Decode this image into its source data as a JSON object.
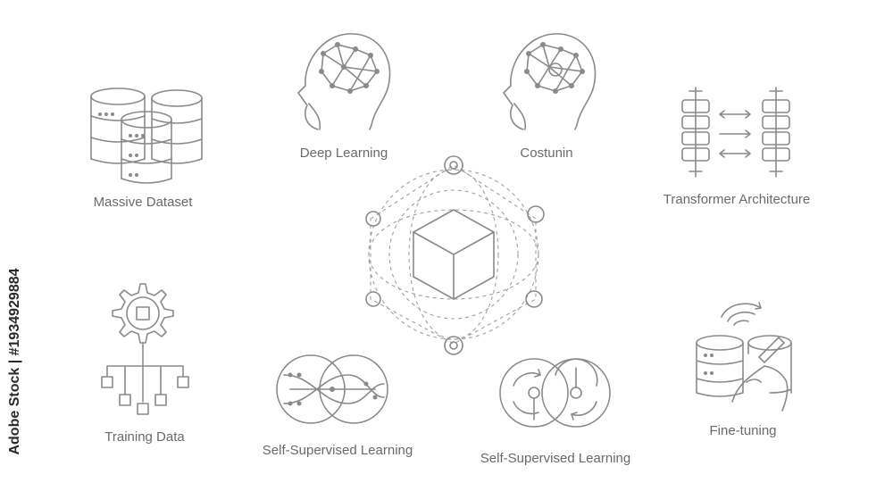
{
  "labels": {
    "massive_dataset": "Massive Dataset",
    "deep_learning": "Deep Learning",
    "costunin": "Costunin",
    "transformer": "Transformer Architecture",
    "training_data": "Training Data",
    "self_supervised_1": "Self-Supervised Learning",
    "self_supervised_2": "Self-Supervised Learning",
    "fine_tuning": "Fine-tuning"
  },
  "watermark": "Adobe Stock | #1934929884",
  "icons": [
    "database-icon",
    "head-brain-icon",
    "head-brain-icon",
    "transformer-icon",
    "gear-tree-icon",
    "overlap-circles-icon",
    "cycle-circles-icon",
    "database-pen-icon",
    "cube-orbit-icon"
  ],
  "colors": {
    "line": "#8a8a8a",
    "text": "#6a6a6a"
  }
}
